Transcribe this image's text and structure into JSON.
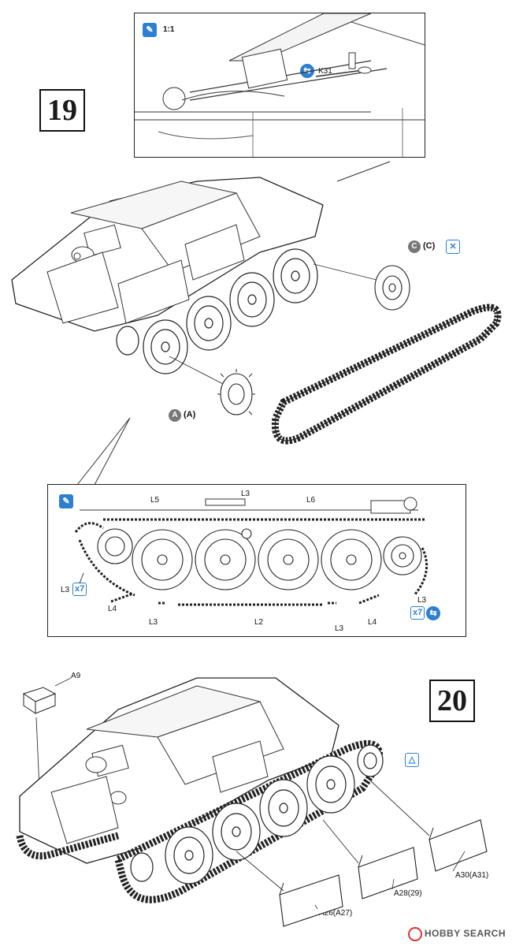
{
  "steps": {
    "step19": "19",
    "step20": "20"
  },
  "detail_top": {
    "scale_label": "1:1",
    "part_label": "K31"
  },
  "wheel_parts": {
    "c_label": "C",
    "c_paren_label": "(C)",
    "a_label": "A",
    "a_paren_label": "(A)"
  },
  "track_detail": {
    "labels": {
      "l5": "L5",
      "l3_top": "L3",
      "l6": "L6",
      "l3_left": "L3",
      "x7_left": "x7",
      "l4_left": "L4",
      "l3_bottom_left": "L3",
      "l2": "L2",
      "l3_bottom_right": "L3",
      "l4_right": "L4",
      "l3_right": "L3",
      "x7_right": "x7"
    }
  },
  "step20_parts": {
    "a9": "A9",
    "a30": "A30(A31)",
    "a28": "A28(29)",
    "a26": "A26(A27)"
  },
  "watermark": {
    "text": "HOBBY SEARCH",
    "logo_color": "#d33333"
  },
  "colors": {
    "icon_blue": "#2f7fd0",
    "line": "#222222",
    "part_circle": "#777777"
  },
  "icons": [
    "glue-icon",
    "swap-icon",
    "paint-icon",
    "scale-icon"
  ]
}
